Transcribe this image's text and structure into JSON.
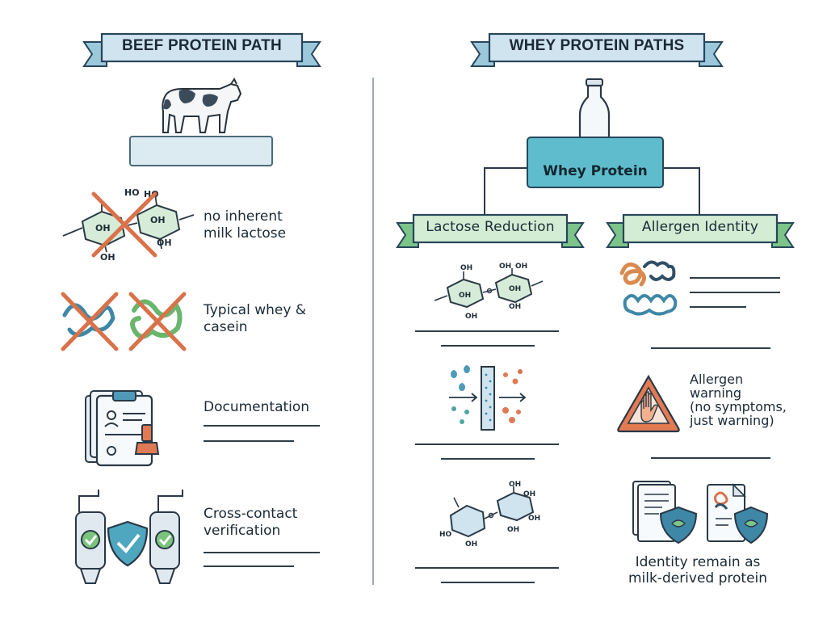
{
  "left": {
    "title": "BEEF PROTEIN PATH",
    "items": [
      {
        "label": "no inherent\nmilk lactose"
      },
      {
        "label": "Typical whey &\ncasein"
      },
      {
        "label": "Documentation"
      },
      {
        "label": "Cross-contact\nverification"
      }
    ]
  },
  "right": {
    "title": "WHEY PROTEIN PATHS",
    "center_box": "Whey Protein",
    "branch_left": "Lactose Reduction",
    "branch_right": "Allergen Identity",
    "warning_label": "Allergen\nwarning\n(no symptoms,\njust warning)",
    "identity_label": "Identity remain as\nmilk-derived protein"
  },
  "molecule_labels": {
    "oh": "OH",
    "ho": "HO"
  },
  "colors": {
    "banner_blue": "#cfe4ef",
    "banner_green": "#d3ecd4",
    "ribbon_tail_blue": "#9cc8dc",
    "ribbon_tail_green": "#7cc48a",
    "box_teal": "#5fbccc",
    "cross_red": "#d9724a",
    "warning_orange": "#e27a52"
  }
}
